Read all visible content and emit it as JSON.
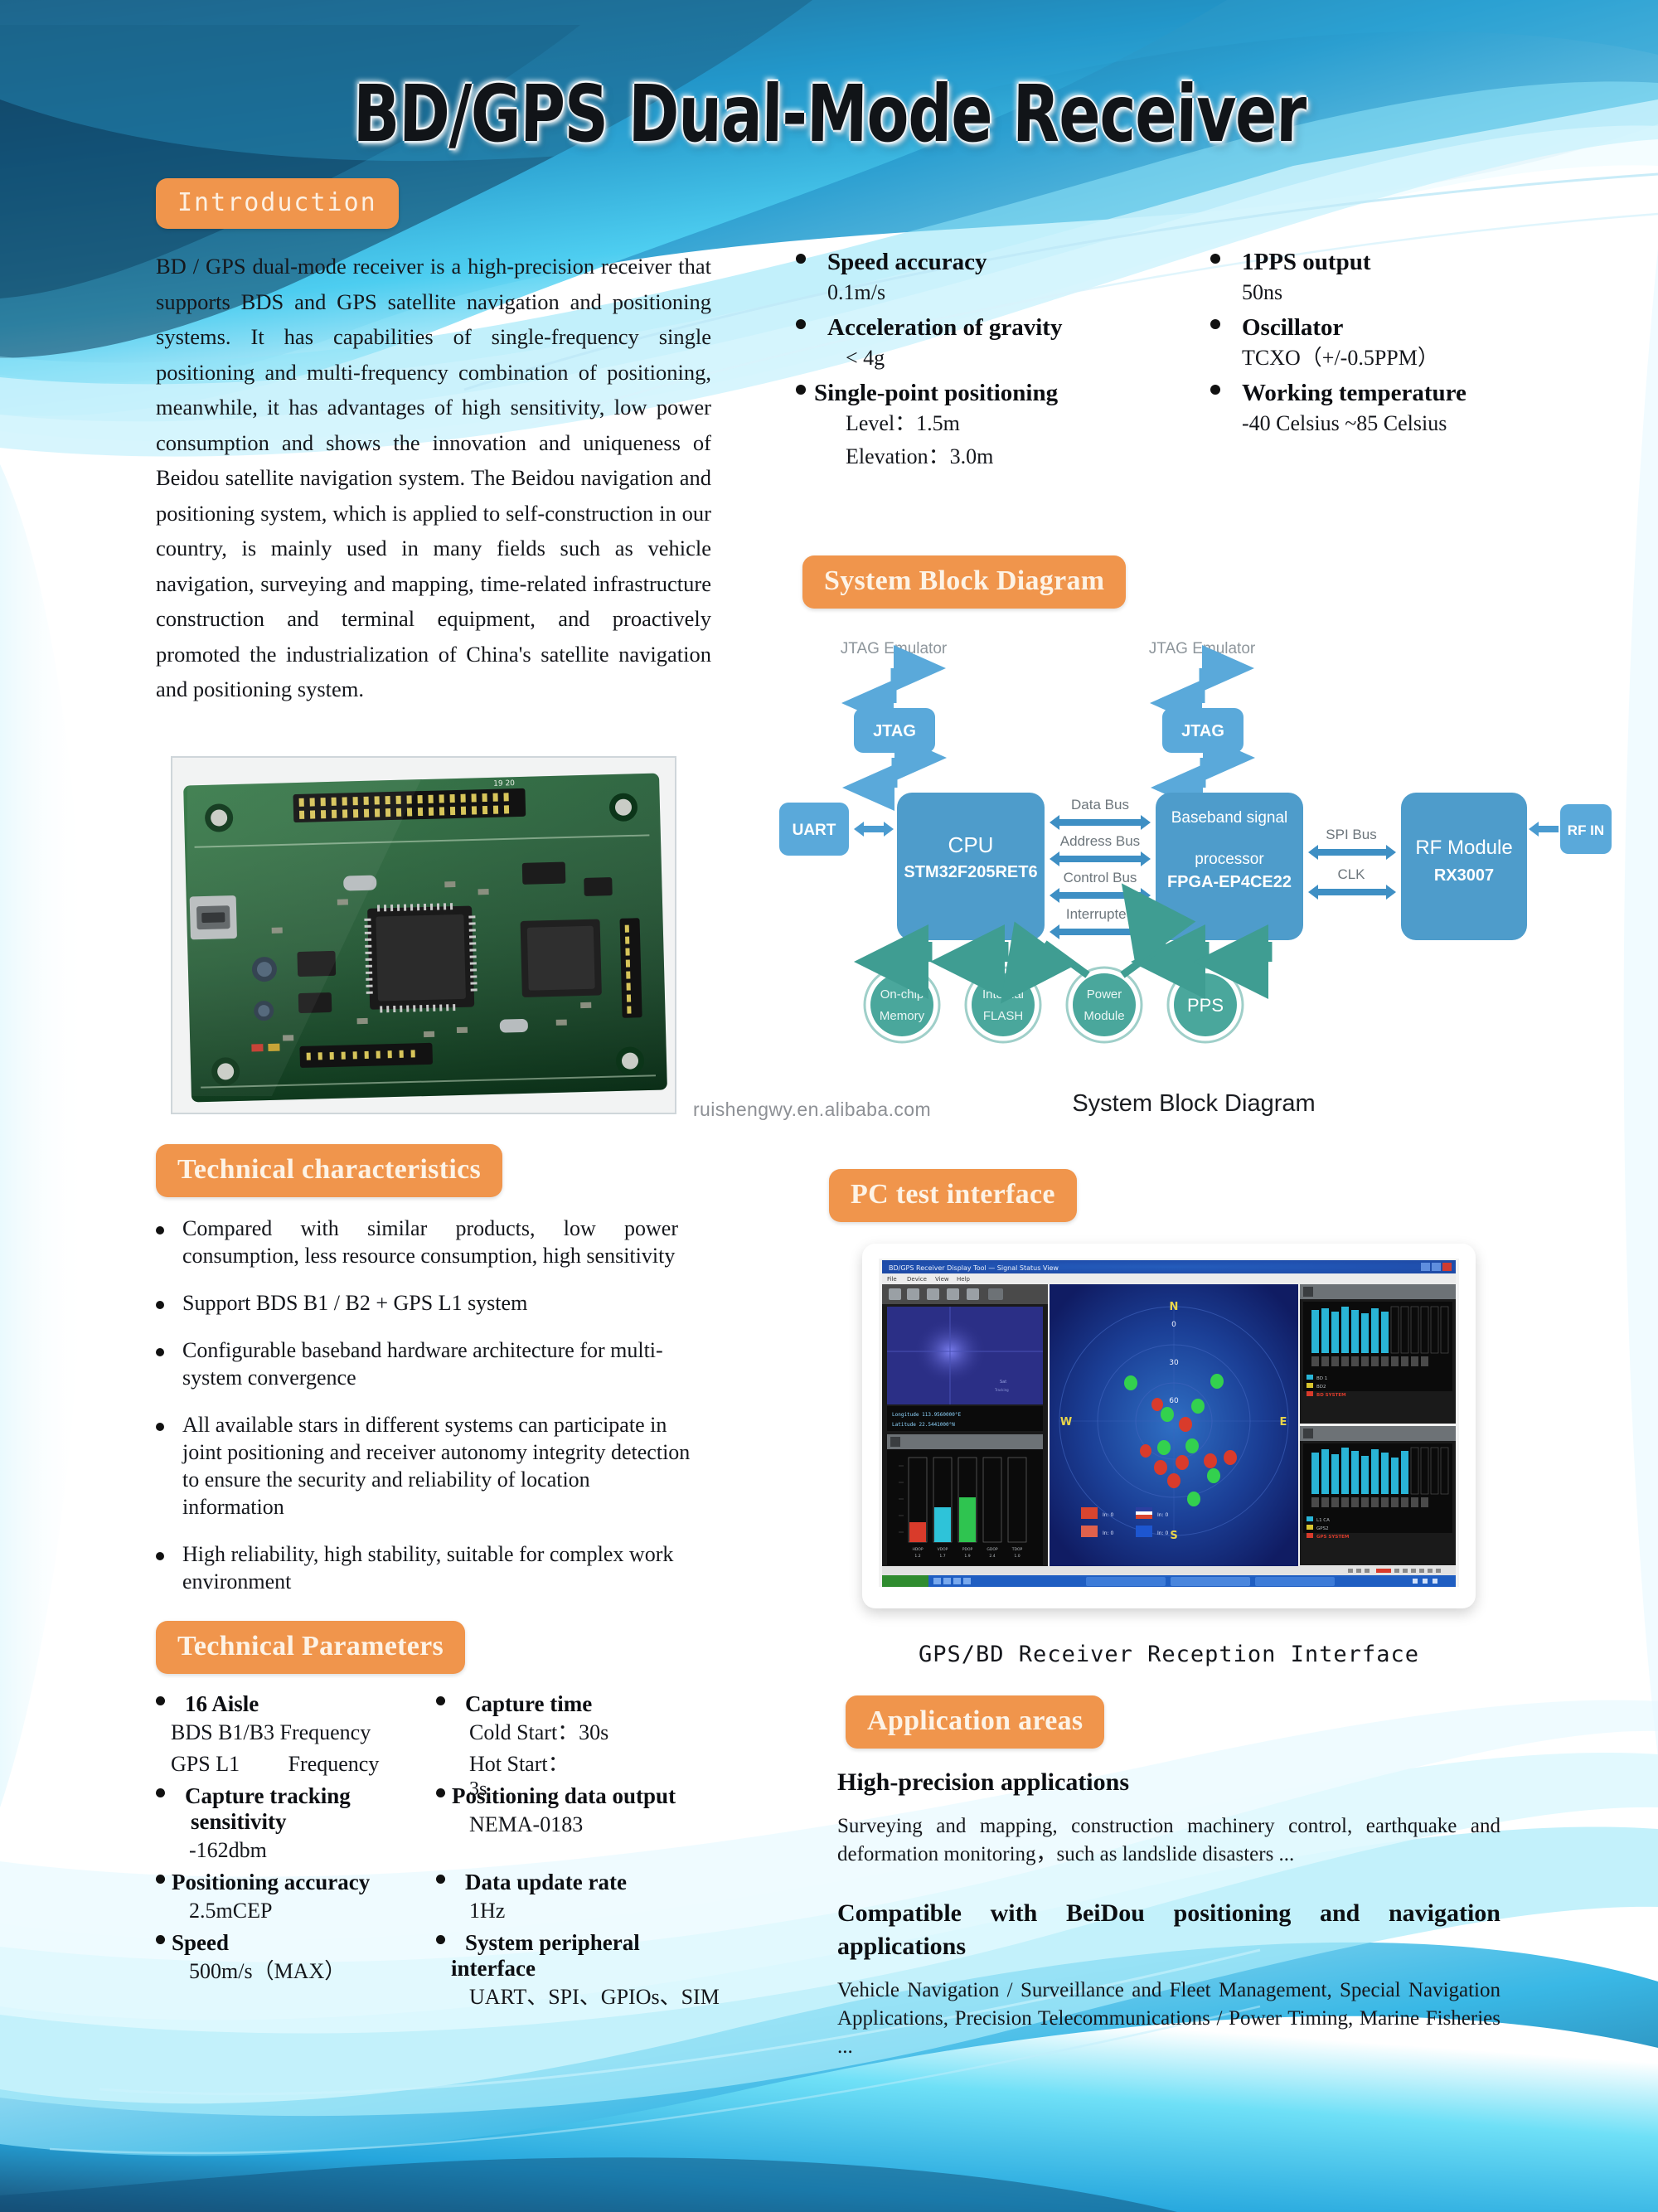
{
  "doc": {
    "title": "BD/GPS Dual-Mode Receiver",
    "watermark": "ruishengwy.en.alibaba.com"
  },
  "intro": {
    "tag": "Introduction",
    "body": "BD / GPS dual-mode receiver is a high-precision receiver that supports BDS and  GPS satellite navigation and positioning systems. It has capabilities of single-frequency single positioning and multi-frequency combination of positioning, meanwhile, it has advantages of high sensitivity, low power consumption and shows the innovation and uniqueness of Beidou satellite navigation system. The Beidou navigation and positioning system, which is applied to self-construction in our country, is mainly used in many fields such as vehicle navigation, surveying and mapping, time-related infrastructure construction and terminal equipment, and proactively promoted the industrialization of China's satellite navigation and positioning system."
  },
  "top_specs": [
    {
      "title": "Speed accuracy",
      "lines": [
        "0.1m/s"
      ]
    },
    {
      "title": "1PPS output",
      "lines": [
        "50ns"
      ]
    },
    {
      "title": "Acceleration of gravity",
      "lines": [
        "< 4g"
      ]
    },
    {
      "title": "Oscillator",
      "lines": [
        "TCXO（+/-0.5PPM）"
      ]
    },
    {
      "title": "Single-point positioning",
      "lines": [
        "Level：1.5m",
        "Elevation：3.0m"
      ]
    },
    {
      "title": "Working temperature",
      "lines": [
        "-40 Celsius ~85 Celsius"
      ]
    }
  ],
  "block_diagram": {
    "tag": "System Block Diagram",
    "caption": "System Block Diagram",
    "nodes": {
      "jtag_emulator_left": "JTAG Emulator",
      "jtag_emulator_right": "JTAG Emulator",
      "jtag_left": "JTAG",
      "jtag_right": "JTAG",
      "uart": "UART",
      "cpu_line1": "CPU",
      "cpu_line2": "STM32F205RET6",
      "fpga_line1": "Baseband signal",
      "fpga_line2": "processor",
      "fpga_line3": "FPGA-EP4CE22",
      "rf_line1": "RF Module",
      "rf_line2": "RX3007",
      "rf_in": "RF IN",
      "onchip_memory_1": "On-chip",
      "onchip_memory_2": "Memory",
      "internal_flash_1": "Internal",
      "internal_flash_2": "FLASH",
      "power_module_1": "Power",
      "power_module_2": "Module",
      "pps": "PPS"
    },
    "bus_labels": [
      "Data Bus",
      "Address Bus",
      "Control Bus",
      "Interrupted"
    ],
    "right_bus_labels": [
      "SPI Bus",
      "CLK"
    ]
  },
  "tech_characteristics": {
    "tag": "Technical characteristics",
    "items": [
      "Compared with similar products, low power consumption, less resource consumption, high sensitivity",
      "Support BDS B1 / B2 + GPS L1 system",
      "Configurable baseband hardware architecture for multi-system convergence",
      "All available stars in different systems can participate in joint positioning and receiver autonomy integrity detection to ensure the security and reliability of location information",
      "High reliability, high  stability, suitable for  complex work environment"
    ]
  },
  "tech_parameters": {
    "tag": "Technical Parameters",
    "left": [
      {
        "title": "16 Aisle",
        "lines": [
          "BDS B1/B3 Frequency",
          "GPS L1         Frequency"
        ]
      },
      {
        "title": "Capture tracking",
        "title2": "sensitivity",
        "lines": [
          "-162dbm"
        ]
      },
      {
        "title": "Positioning accuracy",
        "lines": [
          "2.5mCEP"
        ]
      },
      {
        "title": "Speed",
        "lines": [
          "500m/s（MAX）"
        ]
      }
    ],
    "right": [
      {
        "title": "Capture time",
        "lines": [
          "Cold Start：30s",
          "Hot Start：",
          "3s"
        ]
      },
      {
        "title": "Positioning data output",
        "lines": [
          "NEMA-0183"
        ]
      },
      {
        "title": "Data update rate",
        "lines": [
          "1Hz"
        ]
      },
      {
        "title": "System peripheral",
        "title2": "interface",
        "lines": [
          "UART、SPI、GPIOs、SIM"
        ]
      }
    ]
  },
  "pc_test": {
    "tag": "PC test interface",
    "caption": "GPS/BD Receiver Reception Interface",
    "compass": {
      "n": "N",
      "e": "E",
      "s": "S",
      "w": "W",
      "rings": [
        "0",
        "30",
        "60"
      ]
    }
  },
  "application": {
    "tag": "Application areas",
    "groups": [
      {
        "heading": "High-precision applications",
        "text": "Surveying and mapping, construction machinery control, earthquake and deformation monitoring，such as landslide disasters ..."
      },
      {
        "heading": "Compatible with BeiDou positioning  and  navigation applications",
        "text": "Vehicle Navigation / Surveillance and Fleet Management, Special Navigation Applications,  Precision Telecommunications /  Power Timing, Marine Fisheries ..."
      }
    ]
  },
  "colors": {
    "accent_orange": "#f0954c",
    "diagram_blue": "#4a9ed4",
    "diagram_teal": "#49a79c",
    "bg_cyan": "#2ec0e8"
  }
}
